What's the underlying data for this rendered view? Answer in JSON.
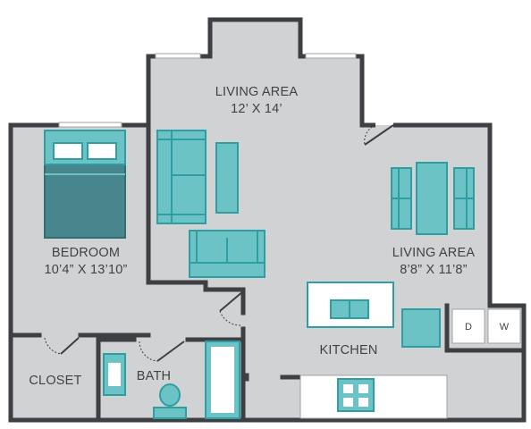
{
  "rooms": {
    "living_main": {
      "name": "LIVING AREA",
      "dims": "12’ X 14’"
    },
    "living_side": {
      "name": "LIVING AREA",
      "dims": "8’8” X 11’8”"
    },
    "bedroom": {
      "name": "BEDROOM",
      "dims": "10’4” X 13’10”"
    },
    "kitchen": {
      "name": "KITCHEN"
    },
    "bath": {
      "name": "BATH"
    },
    "closet": {
      "name": "CLOSET"
    }
  },
  "appliances": {
    "dryer": "D",
    "washer": "W"
  },
  "colors": {
    "floor": "#d1d2d4",
    "wall": "#3d3f42",
    "furniture": "#6cc3c6",
    "furniture_stroke": "#2f9ea3",
    "bed_cover": "#48868d",
    "window": "#ffffff"
  }
}
